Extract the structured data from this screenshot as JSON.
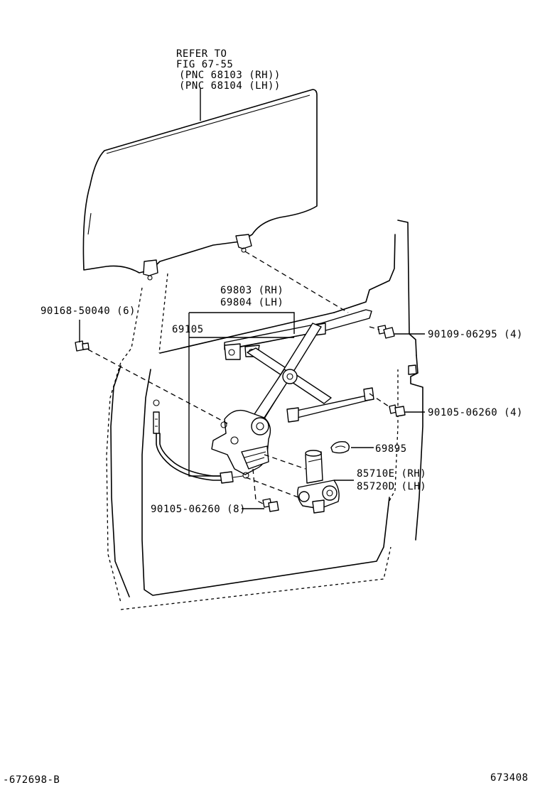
{
  "labels": {
    "refer_line1": "REFER TO",
    "refer_line2": "FIG 67-55",
    "refer_line3": "(PNC 68103 (RH))",
    "refer_line4": "(PNC 68104 (LH))",
    "reg_rh": "69803 (RH)",
    "reg_lh": "69804 (LH)",
    "cable": "69105",
    "bolt_left": "90168-50040 (6)",
    "bolt_upper_right": "90109-06295 (4)",
    "bolt_mid_right": "90105-06260 (4)",
    "clip": "69895",
    "motor_rh": "85710E (RH)",
    "motor_lh": "85720D (LH)",
    "bolt_bottom": "90105-06260 (8)",
    "footer_left": "-672698-B",
    "footer_right": "673408"
  }
}
